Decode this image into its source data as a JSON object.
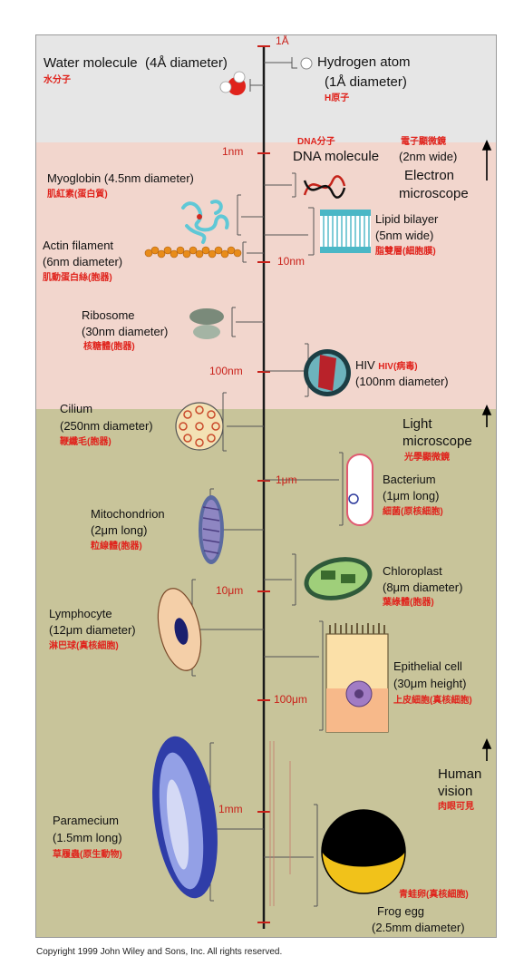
{
  "scale": {
    "top": "1Å",
    "nm1": "1nm",
    "nm10": "10nm",
    "nm100": "100nm",
    "um1": "1μm",
    "um10": "10μm",
    "um100": "100μm",
    "mm1": "1mm"
  },
  "water": {
    "name": "Water molecule",
    "size": "(4Å diameter)",
    "zh": "水分子"
  },
  "hydrogen": {
    "name": "Hydrogen atom",
    "size": "(1Å diameter)",
    "zh": "H原子"
  },
  "dna": {
    "zh": "DNA分子",
    "name": "DNA molecule",
    "size": "(2nm wide)",
    "em_zh": "電子顯微鏡"
  },
  "electron": {
    "line1": "Electron",
    "line2": "microscope"
  },
  "myoglobin": {
    "name": "Myoglobin (4.5nm diameter)",
    "zh": "肌紅素(蛋白質)"
  },
  "lipid": {
    "name": "Lipid bilayer",
    "size": "(5nm wide)",
    "zh": "脂雙層(細胞膜)"
  },
  "actin": {
    "name": "Actin filament",
    "size": "(6nm diameter)",
    "zh": "肌動蛋白絲(胞器)"
  },
  "ribosome": {
    "name": "Ribosome",
    "size": "(30nm diameter)",
    "zh": "核糖體(胞器)"
  },
  "hiv": {
    "name": "HIV",
    "zh": "HIV(病毒)",
    "size": "(100nm diameter)"
  },
  "cilium": {
    "name": "Cilium",
    "size": "(250nm diameter)",
    "zh": "鞭纖毛(胞器)"
  },
  "light": {
    "line1": "Light",
    "line2": "microscope",
    "zh": "光學顯微鏡"
  },
  "bacterium": {
    "name": "Bacterium",
    "size": "(1μm long)",
    "zh": "細菌(原核細胞)"
  },
  "mito": {
    "name": "Mitochondrion",
    "size": "(2μm long)",
    "zh": "粒線體(胞器)"
  },
  "chloro": {
    "name": "Chloroplast",
    "size": "(8μm diameter)",
    "zh": "葉綠體(胞器)"
  },
  "lympho": {
    "name": "Lymphocyte",
    "size": "(12μm diameter)",
    "zh": "淋巴球(真核細胞)"
  },
  "epi": {
    "name": "Epithelial cell",
    "size": "(30μm height)",
    "zh": "上皮細胞(真核細胞)"
  },
  "human": {
    "line1": "Human",
    "line2": "vision",
    "zh": "肉眼可見"
  },
  "para": {
    "name": "Paramecium",
    "size": "(1.5mm long)",
    "zh": "草履蟲(原生動物)"
  },
  "frog": {
    "zh": "青蛙卵(真核細胞)",
    "name": "Frog egg",
    "size": "(2.5mm diameter)"
  },
  "copyright": "Copyright 1999 John Wiley and Sons, Inc. All rights reserved.",
  "colors": {
    "atomic": "#e6e6e6",
    "molecular": "#f2d6cd",
    "cellular": "#c8c49a",
    "red": "#e0231c"
  }
}
